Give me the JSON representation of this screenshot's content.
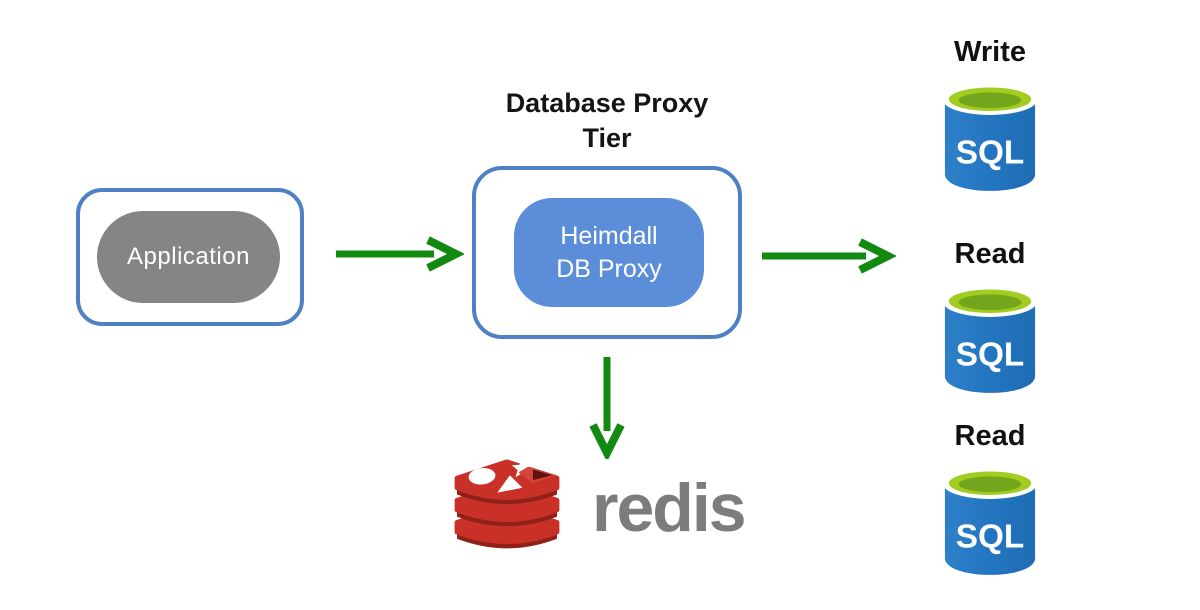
{
  "diagram": {
    "kind": "architecture-diagram",
    "background": "#ffffff"
  },
  "application": {
    "label": "Application"
  },
  "proxy_tier": {
    "title": "Database Proxy\nTier",
    "node_label": "Heimdall\nDB Proxy"
  },
  "databases": [
    {
      "role": "Write",
      "icon": "azure-sql-database-icon",
      "icon_text": "SQL"
    },
    {
      "role": "Read",
      "icon": "azure-sql-database-icon",
      "icon_text": "SQL"
    },
    {
      "role": "Read",
      "icon": "azure-sql-database-icon",
      "icon_text": "SQL"
    }
  ],
  "cache": {
    "label": "redis",
    "icon": "redis-logo-icon"
  },
  "connections": [
    {
      "from": "Application",
      "to": "Heimdall DB Proxy",
      "direction": "right"
    },
    {
      "from": "Heimdall DB Proxy",
      "to": "SQL databases",
      "direction": "right"
    },
    {
      "from": "Heimdall DB Proxy",
      "to": "redis",
      "direction": "down"
    }
  ],
  "colors": {
    "arrow_green": "#128a12",
    "box_border_blue": "#4e80c4",
    "application_gray": "#858585",
    "proxy_blue": "#5b8dd9",
    "sql_body_blue": "#2374bf",
    "sql_top_lime": "#a3cc20",
    "sql_top_inner_green": "#74a61d",
    "redis_red": "#c6302b",
    "redis_text_gray": "#7c7c7c",
    "label_black": "#111111"
  }
}
